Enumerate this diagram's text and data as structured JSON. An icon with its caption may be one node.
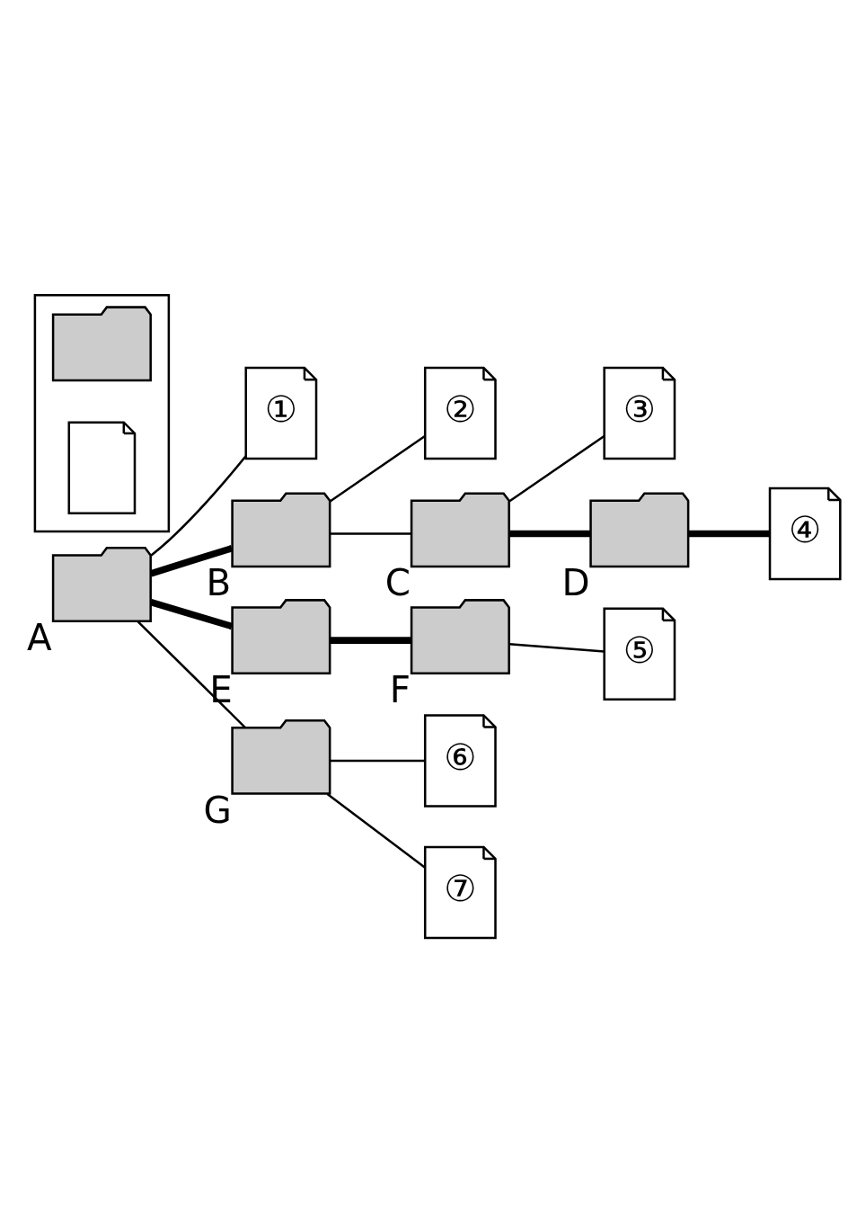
{
  "diagram": {
    "nodes": [
      {
        "text": [],
        "shape": "folder",
        "beside": [
          "A"
        ]
      },
      {
        "text": [
          "①"
        ]
      },
      {
        "text": [],
        "shape": "folder",
        "beside": [
          "B"
        ]
      },
      {
        "text": [
          "②"
        ]
      },
      {
        "text": [],
        "shape": "folder",
        "beside": [
          "C"
        ]
      },
      {
        "text": [
          "③"
        ]
      },
      {
        "text": [],
        "shape": "folder",
        "beside": [
          "D"
        ]
      },
      {
        "text": [],
        "shape": "folder",
        "beside": [
          "E"
        ]
      },
      {
        "text": [],
        "shape": "folder",
        "beside": [
          "F"
        ]
      },
      {
        "text": [
          "④"
        ]
      },
      {
        "text": [
          "⑤"
        ]
      },
      {
        "text": [],
        "shape": "folder",
        "beside": [
          "G"
        ]
      },
      {
        "text": [
          "⑥"
        ]
      },
      {
        "text": [
          "⑦"
        ]
      },
      {
        "text": [],
        "shape": "box"
      },
      {
        "text": [],
        "shape": "folder",
        "in": 14
      },
      {
        "text": [],
        "shape": "file",
        "in": 14
      }
    ],
    "edges": [
      {
        "from": 0,
        "to": 1,
        "arrow": "none"
      },
      {
        "from": 0,
        "to": 2,
        "arrow": "none",
        "style": "thick"
      },
      {
        "from": 2,
        "to": 3,
        "arrow": "none"
      },
      {
        "from": 2,
        "to": 4,
        "arrow": "none"
      },
      {
        "from": 4,
        "to": 5,
        "arrow": "none"
      },
      {
        "from": 4,
        "to": 6,
        "arrow": "none",
        "style": "thick"
      },
      {
        "from": 0,
        "to": 7,
        "arrow": "none",
        "style": "thick"
      },
      {
        "from": 7,
        "to": 8,
        "arrow": "none",
        "style": "thick"
      },
      {
        "from": 6,
        "to": 9,
        "arrow": "none",
        "style": "thick"
      },
      {
        "from": 8,
        "to": 10,
        "arrow": "none"
      },
      {
        "from": 0,
        "to": 11,
        "arrow": "none"
      },
      {
        "from": 11,
        "to": 12,
        "arrow": "none"
      },
      {
        "from": 11,
        "to": 13,
        "arrow": "none"
      }
    ]
  }
}
